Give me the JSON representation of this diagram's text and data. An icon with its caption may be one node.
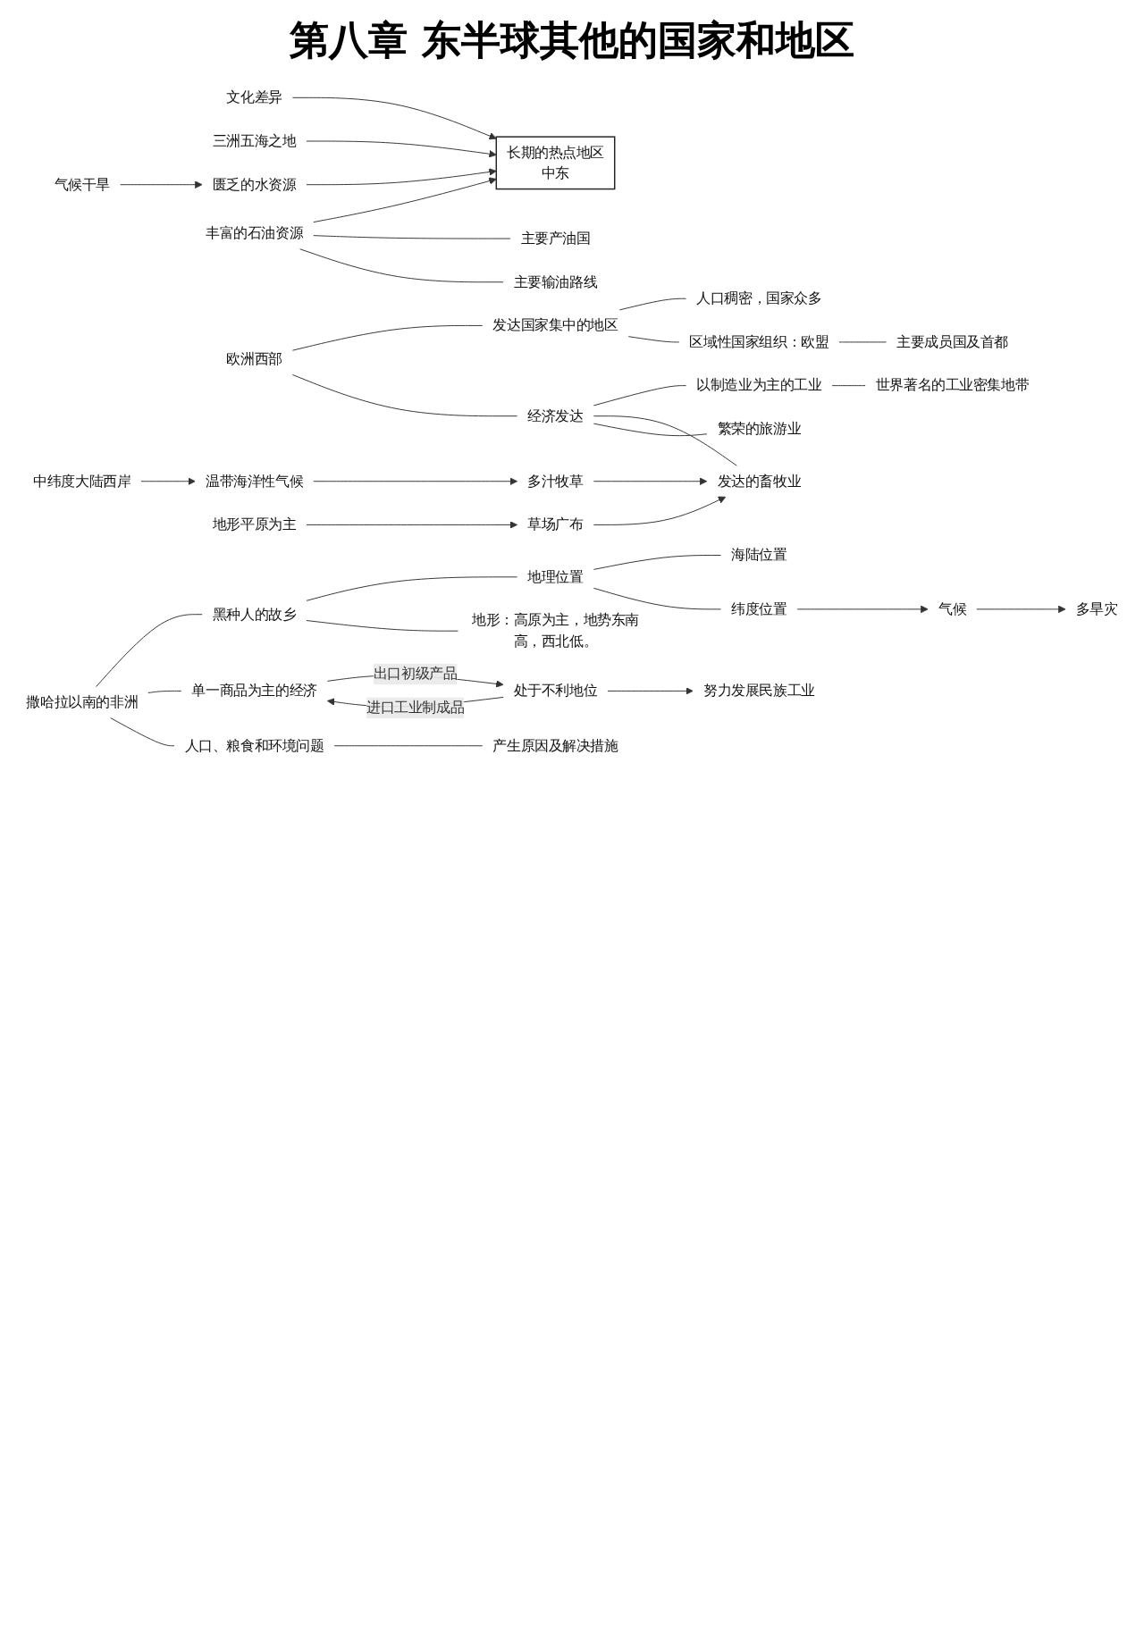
{
  "diagram": {
    "title": "第八章 东半球其他的国家和地区",
    "nodes": [
      {
        "text": [
          "文化差异"
        ]
      },
      {
        "text": [
          "长期的热点地区",
          "中东"
        ]
      },
      {
        "text": [
          "三洲五海之地"
        ]
      },
      {
        "text": [
          "匮乏的水资源"
        ]
      },
      {
        "text": [
          "气候干旱"
        ]
      },
      {
        "text": [
          "丰富的石油资源"
        ]
      },
      {
        "text": [
          "主要产油国"
        ]
      },
      {
        "text": [
          "主要输油路线"
        ]
      },
      {
        "text": [
          "欧洲西部"
        ]
      },
      {
        "text": [
          "发达国家集中的地区"
        ]
      },
      {
        "text": [
          "人口稠密，国家众多"
        ]
      },
      {
        "text": [
          "区域性国家组织：欧盟"
        ]
      },
      {
        "text": [
          "主要成员国及首都"
        ]
      },
      {
        "text": [
          "经济发达"
        ]
      },
      {
        "text": [
          "以制造业为主的工业"
        ]
      },
      {
        "text": [
          "世界著名的工业密集地带"
        ]
      },
      {
        "text": [
          "发达的畜牧业"
        ]
      },
      {
        "text": [
          "多汁牧草"
        ]
      },
      {
        "text": [
          "温带海洋性气候"
        ]
      },
      {
        "text": [
          "中纬度大陆西岸"
        ]
      },
      {
        "text": [
          "草场广布"
        ]
      },
      {
        "text": [
          "地形平原为主"
        ]
      },
      {
        "text": [
          "繁荣的旅游业"
        ]
      },
      {
        "text": [
          "撒哈拉以南的非洲"
        ]
      },
      {
        "text": [
          "黑种人的故乡"
        ]
      },
      {
        "text": [
          "地理位置"
        ]
      },
      {
        "text": [
          "海陆位置"
        ]
      },
      {
        "text": [
          "纬度位置"
        ]
      },
      {
        "text": [
          "气候"
        ]
      },
      {
        "text": [
          "多旱灾"
        ]
      },
      {
        "text": [
          "地形：高原为主，地势东南高，西北低。"
        ]
      },
      {
        "text": [
          "单一商品为主的经济"
        ]
      },
      {
        "text": [
          "处于不利地位"
        ]
      },
      {
        "text": [
          "努力发展民族工业"
        ]
      },
      {
        "text": [
          "人口、粮食和环境问题"
        ]
      },
      {
        "text": [
          "产生原因及解决措施"
        ]
      }
    ],
    "edges": [
      {
        "from": 0,
        "to": 1,
        "arrow": "to"
      },
      {
        "from": 2,
        "to": 1,
        "arrow": "to"
      },
      {
        "from": 3,
        "to": 1,
        "arrow": "to"
      },
      {
        "from": 4,
        "to": 3,
        "arrow": "to"
      },
      {
        "from": 5,
        "to": 1,
        "arrow": "to"
      },
      {
        "from": 5,
        "to": 6,
        "arrow": "none"
      },
      {
        "from": 5,
        "to": 7,
        "arrow": "none"
      },
      {
        "from": 8,
        "to": 9,
        "arrow": "none"
      },
      {
        "from": 8,
        "to": 13,
        "arrow": "none"
      },
      {
        "from": 9,
        "to": 10,
        "arrow": "none"
      },
      {
        "from": 9,
        "to": 11,
        "arrow": "none"
      },
      {
        "from": 11,
        "to": 12,
        "arrow": "none"
      },
      {
        "from": 13,
        "to": 14,
        "arrow": "none"
      },
      {
        "from": 13,
        "to": 16,
        "arrow": "none"
      },
      {
        "from": 13,
        "to": 22,
        "arrow": "none"
      },
      {
        "from": 14,
        "to": 15,
        "arrow": "none"
      },
      {
        "from": 17,
        "to": 16,
        "arrow": "to"
      },
      {
        "from": 20,
        "to": 16,
        "arrow": "to"
      },
      {
        "from": 18,
        "to": 17,
        "arrow": "to"
      },
      {
        "from": 19,
        "to": 18,
        "arrow": "to"
      },
      {
        "from": 21,
        "to": 20,
        "arrow": "to"
      },
      {
        "from": 23,
        "to": 24,
        "arrow": "none"
      },
      {
        "from": 23,
        "to": 31,
        "arrow": "none"
      },
      {
        "from": 23,
        "to": 34,
        "arrow": "none"
      },
      {
        "from": 24,
        "to": 25,
        "arrow": "none"
      },
      {
        "from": 24,
        "to": 30,
        "arrow": "none"
      },
      {
        "from": 25,
        "to": 26,
        "arrow": "none"
      },
      {
        "from": 25,
        "to": 27,
        "arrow": "none"
      },
      {
        "from": 27,
        "to": 28,
        "arrow": "to"
      },
      {
        "from": 28,
        "to": 29,
        "arrow": "to"
      },
      {
        "from": 31,
        "to": 32,
        "arrow": "to",
        "label": "出口初级产品"
      },
      {
        "from": 32,
        "to": 31,
        "arrow": "to",
        "label": "进口工业制成品"
      },
      {
        "from": 32,
        "to": 33,
        "arrow": "to"
      },
      {
        "from": 34,
        "to": 35,
        "arrow": "none"
      }
    ]
  }
}
